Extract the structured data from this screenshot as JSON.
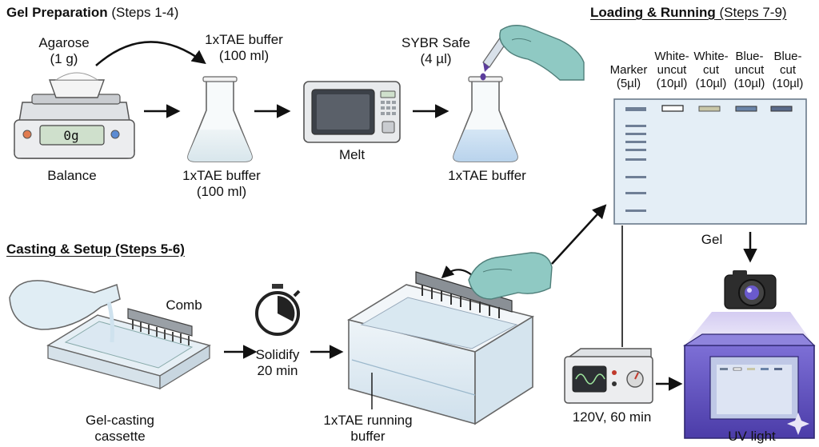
{
  "sections": {
    "prep": {
      "title": "Gel Preparation",
      "steps": " (Steps 1-4)"
    },
    "cast": {
      "title": "Casting & Setup",
      "steps": " (Steps 5-6)"
    },
    "load": {
      "title": "Loading & Running",
      "steps": " (Steps 7-9)"
    }
  },
  "labels": {
    "agarose": "Agarose",
    "agarose_amount": "(1 g)",
    "balance": "Balance",
    "balance_display": "0g",
    "tae_top": "1xTAE buffer",
    "tae_top_amount": "(100 ml)",
    "tae_bottom": "1xTAE buffer",
    "tae_bottom_amount": "(100 ml)",
    "melt": "Melt",
    "sybr": "SYBR Safe",
    "sybr_amount": "(4 µl)",
    "tae_stained": "1xTAE buffer",
    "comb": "Comb",
    "cassette": "Gel-casting",
    "cassette2": "cassette",
    "solidify": "Solidify",
    "solidify_time": "20 min",
    "running_buffer": "1xTAE running",
    "running_buffer2": "buffer",
    "gel": "Gel",
    "power": "120V, 60 min",
    "uv": "UV light"
  },
  "lanes": [
    {
      "line1": "",
      "line2": "Marker",
      "line3": "(5µl)"
    },
    {
      "line1": "White-",
      "line2": "uncut",
      "line3": "(10µl)"
    },
    {
      "line1": "White-",
      "line2": "cut",
      "line3": "(10µl)"
    },
    {
      "line1": "Blue-",
      "line2": "uncut",
      "line3": "(10µl)"
    },
    {
      "line1": "Blue-",
      "line2": "cut",
      "line3": "(10µl)"
    }
  ],
  "icons": [
    "balance-icon",
    "flask-icon",
    "microwave-icon",
    "pipette-icon",
    "glove-hand-icon",
    "cassette-icon",
    "stopwatch-icon",
    "electrophoresis-tank-icon",
    "comb-icon",
    "gel-icon",
    "camera-icon",
    "power-supply-icon",
    "uv-box-icon",
    "arrow-icon",
    "sparkle-icon"
  ],
  "colors": {
    "glove": "#8fc9c3",
    "buffer": "#d6e8f0",
    "gel": "#e4eef6",
    "marker_band": "#6f7f96",
    "uv": "#6a5acd",
    "uv_dark": "#3b2f8a",
    "purple_drop": "#5b3c9c"
  }
}
